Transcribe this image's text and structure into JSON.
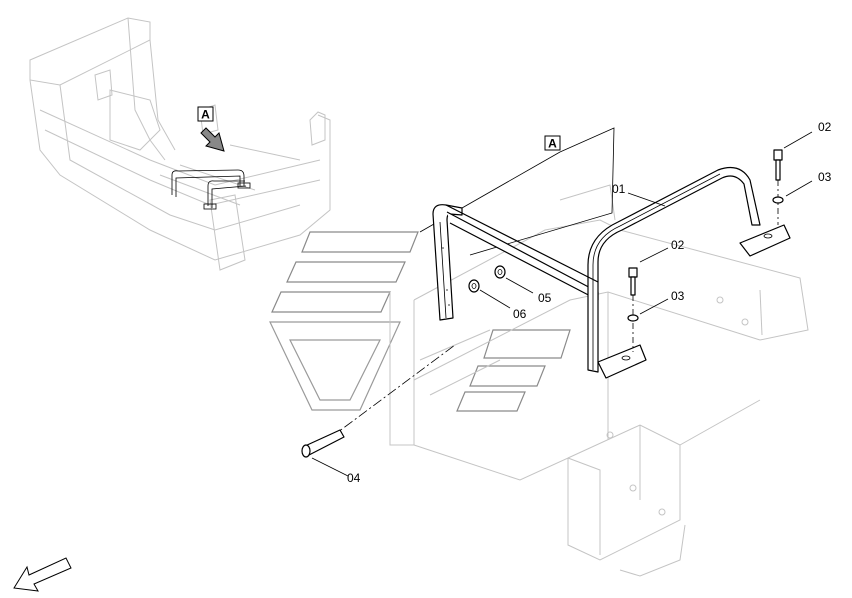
{
  "view_marker": "A",
  "callouts": [
    {
      "id": "01",
      "text": "01"
    },
    {
      "id": "02a",
      "text": "02"
    },
    {
      "id": "03a",
      "text": "03"
    },
    {
      "id": "02b",
      "text": "02"
    },
    {
      "id": "03b",
      "text": "03"
    },
    {
      "id": "04",
      "text": "04"
    },
    {
      "id": "05",
      "text": "05"
    },
    {
      "id": "06",
      "text": "06"
    }
  ],
  "icons": {
    "orientation": "direction-arrow-icon",
    "view": "view-direction-arrow-icon"
  }
}
